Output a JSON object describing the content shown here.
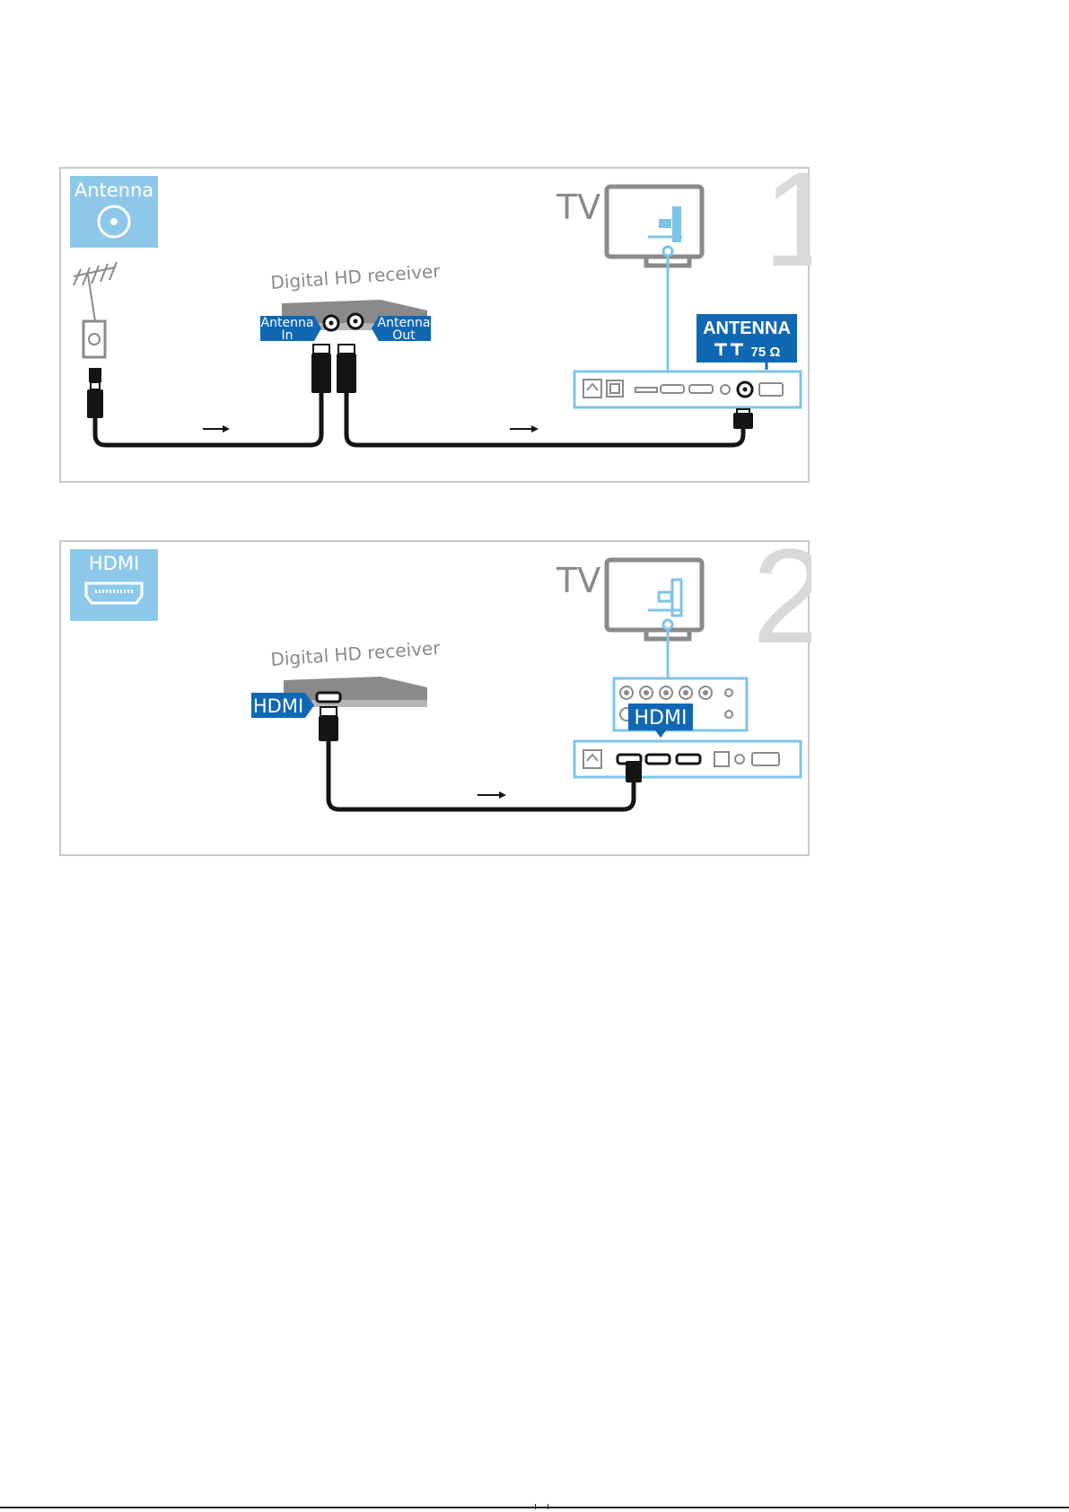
{
  "colors": {
    "badge": "#8dc8ea",
    "label": "#1068b3",
    "cable": "#141414",
    "line": "#7ec4e6",
    "device": "#8a8a8a",
    "number": "#d9d9d9",
    "border": "#c9c9c9"
  },
  "panel1": {
    "number": "1",
    "badge": "Antenna",
    "tv": "TV",
    "receiver": "Digital HD receiver",
    "antenna_in": [
      "Antenna",
      "In"
    ],
    "antenna_out": [
      "Antenna",
      "Out"
    ],
    "tv_port": "ANTENNA",
    "tv_port_sub": "75 Ω"
  },
  "panel2": {
    "number": "2",
    "badge": "HDMI",
    "tv": "TV",
    "receiver": "Digital HD receiver",
    "receiver_port": "HDMI",
    "tv_port": "HDMI"
  }
}
